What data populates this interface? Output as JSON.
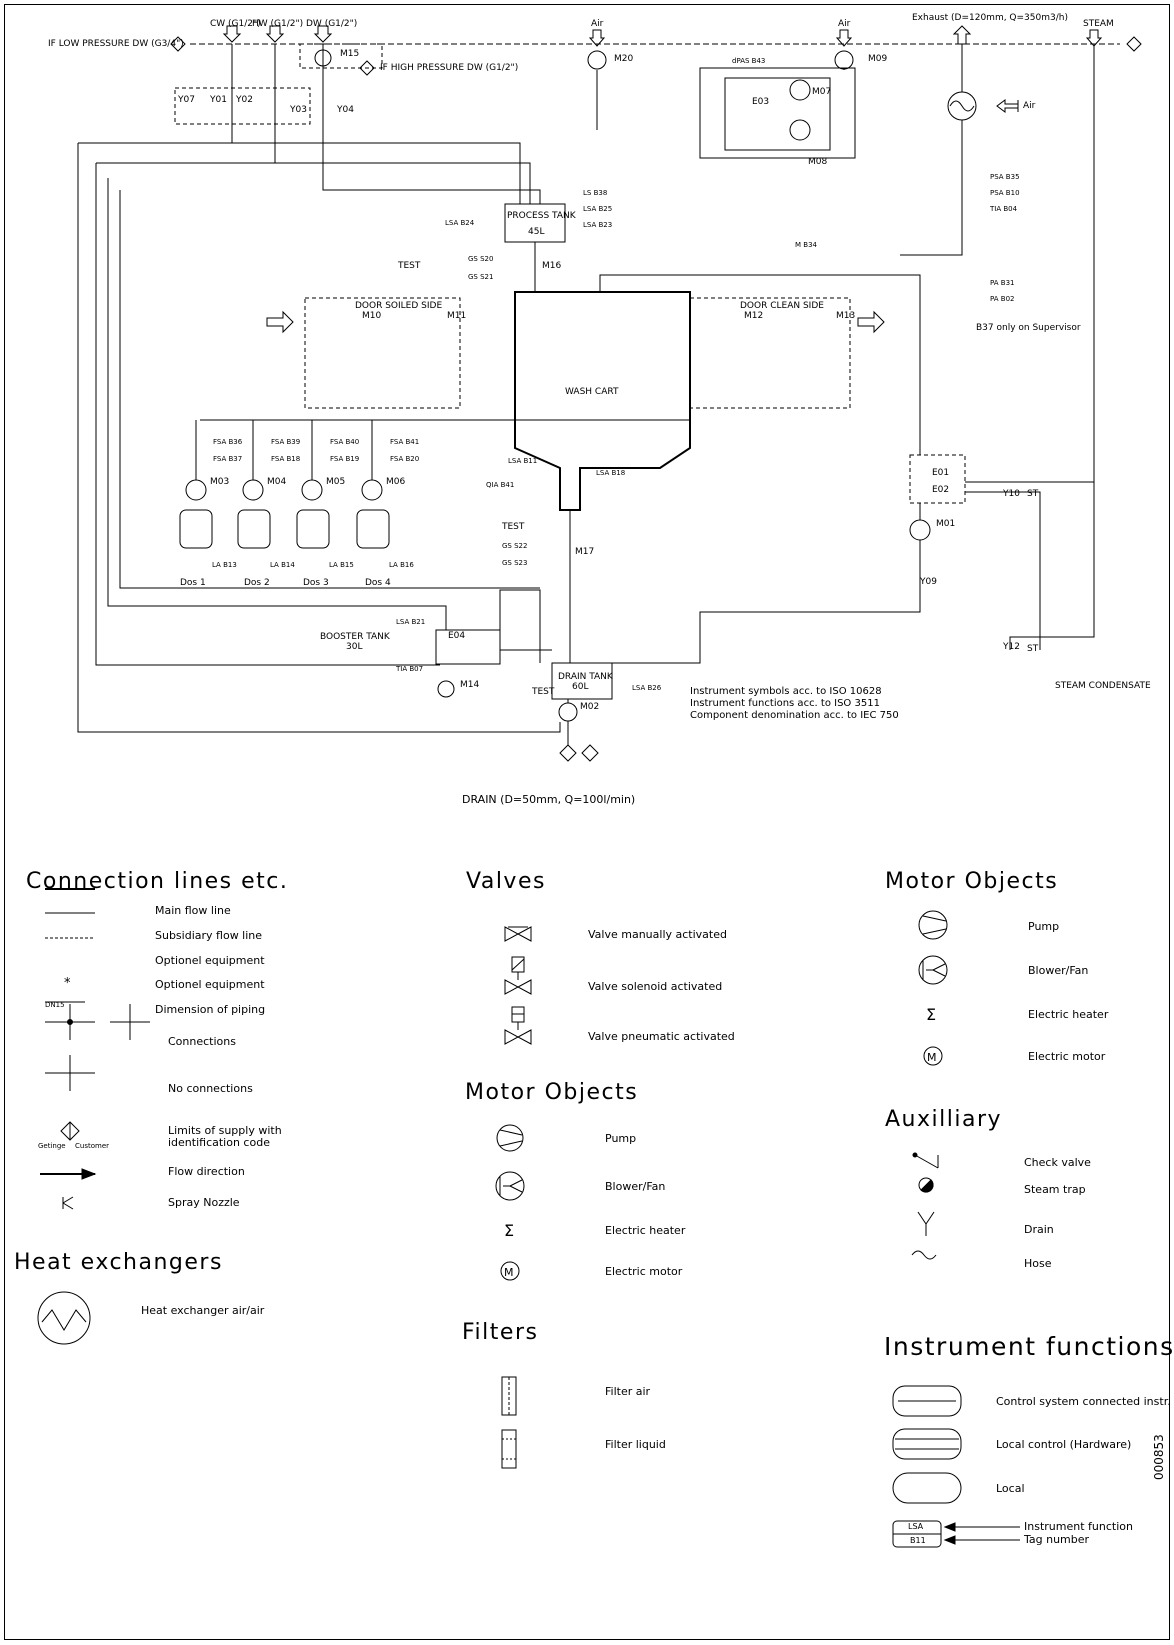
{
  "supply": {
    "low_pressure_dw": "IF LOW PRESSURE DW (G3/4\")",
    "cw": "CW (G1/2\")",
    "hw": "HW (G1/2\")",
    "dw": "DW (G1/2\")",
    "high_pressure_dw": "IF HIGH PRESSURE DW (G1/2\")",
    "air_1": "Air",
    "air_2": "Air",
    "exhaust": "Exhaust (D=120mm, Q=350m3/h)",
    "steam": "STEAM",
    "air_in": "Air"
  },
  "components": {
    "process_tank": "PROCESS TANK",
    "process_tank_volume": "45L",
    "wash_cart": "WASH CART",
    "door_soiled": "DOOR SOILED SIDE",
    "door_clean": "DOOR CLEAN SIDE",
    "booster_tank": "BOOSTER TANK",
    "booster_volume": "30L",
    "drain_tank": "DRAIN TANK",
    "drain_volume": "60L",
    "test_1": "TEST",
    "test_2": "TEST",
    "test_3": "TEST",
    "dos_1": "Dos 1",
    "dos_2": "Dos 2",
    "dos_3": "Dos 3",
    "dos_4": "Dos 4",
    "e01": "E01",
    "e02": "E02",
    "e03": "E03",
    "e04": "E04",
    "drain": "DRAIN (D=50mm, Q=100l/min)",
    "steam_condensate": "STEAM CONDENSATE",
    "b37_note": "B37 only on Supervisor"
  },
  "tags": {
    "y07": "Y07",
    "y01": "Y01",
    "y02": "Y02",
    "y03": "Y03",
    "y04": "Y04",
    "m15": "M15",
    "m20": "M20",
    "m09": "M09",
    "m07": "M07",
    "m08": "M08",
    "m16": "M16",
    "m10": "M10",
    "m11": "M11",
    "m12": "M12",
    "m13": "M13",
    "m03": "M03",
    "m04": "M04",
    "m05": "M05",
    "m06": "M06",
    "m17": "M17",
    "m01": "M01",
    "m14": "M14",
    "m02": "M02",
    "y10": "Y10",
    "y09": "Y09",
    "y12": "Y12",
    "st_1": "ST",
    "st_2": "ST",
    "lsa_b24": "LSA B24",
    "ls_b38": "LS B38",
    "lsa_b25": "LSA B25",
    "lsa_b23": "LSA B23",
    "psa_b35": "PSA B35",
    "psa_b10": "PSA B10",
    "tia_b04": "TIA B04",
    "pa_b31": "PA B31",
    "pa_b02": "PA B02",
    "m_b34": "M B34",
    "dpas_b43": "dPAS B43",
    "gs_s20": "GS S20",
    "gs_s21": "GS S21",
    "lsa_b11": "LSA B11",
    "lsa_b18": "LSA B18",
    "qia_b41": "QIA B41",
    "gs_s22": "GS S22",
    "gs_s23": "GS S23",
    "lsa_b21": "LSA B21",
    "tia_b07": "TIA B07",
    "lsa_b26": "LSA B26",
    "la_b13": "LA B13",
    "la_b14": "LA B14",
    "la_b15": "LA B15",
    "la_b16": "LA B16",
    "fsa_b36": "FSA B36",
    "fsa_b37": "FSA B37",
    "fsa_b39": "FSA B39",
    "fsa_b18": "FSA B18",
    "fsa_b40": "FSA B40",
    "fsa_b19": "FSA B19",
    "fsa_b41": "FSA B41",
    "fsa_b20": "FSA B20"
  },
  "notes": {
    "line1": "Instrument symbols acc. to ISO 10628",
    "line2": "Instrument functions acc. to ISO 3511",
    "line3": "Component denomination acc. to IEC 750"
  },
  "legend": {
    "connection": {
      "title": "Connection lines etc.",
      "main_flow": "Main flow line",
      "subsidiary": "Subsidiary flow line",
      "optional_dashed": "Optionel equipment",
      "optional_star": "Optionel equipment",
      "dn_label": "DN15",
      "dimension": "Dimension of piping",
      "connections": "Connections",
      "no_connections": "No connections",
      "limits": "Limits of supply with identification code",
      "getinge": "Getinge",
      "customer": "Customer",
      "flow_direction": "Flow direction",
      "spray_nozzle": "Spray Nozzle"
    },
    "heat": {
      "title": "Heat exchangers",
      "air_air": "Heat exchanger air/air"
    },
    "valves": {
      "title": "Valves",
      "manual": "Valve manually activated",
      "solenoid": "Valve solenoid activated",
      "pneumatic": "Valve pneumatic activated"
    },
    "motor_mid": {
      "title": "Motor Objects",
      "pump": "Pump",
      "blower": "Blower/Fan",
      "heater": "Electric heater",
      "motor": "Electric motor"
    },
    "filters": {
      "title": "Filters",
      "air": "Filter air",
      "liquid": "Filter liquid"
    },
    "motor_right": {
      "title": "Motor Objects",
      "pump": "Pump",
      "blower": "Blower/Fan",
      "heater": "Electric heater",
      "motor": "Electric motor"
    },
    "auxiliary": {
      "title": "Auxilliary",
      "check": "Check valve",
      "steam_trap": "Steam trap",
      "drain": "Drain",
      "hose": "Hose"
    },
    "instrument": {
      "title": "Instrument functions",
      "control": "Control system connected instr.",
      "local_control": "Local control (Hardware)",
      "local": "Local",
      "function": "Instrument function",
      "tag": "Tag number",
      "example_function": "LSA",
      "example_tag": "B11"
    }
  },
  "sheet_id": "000853"
}
